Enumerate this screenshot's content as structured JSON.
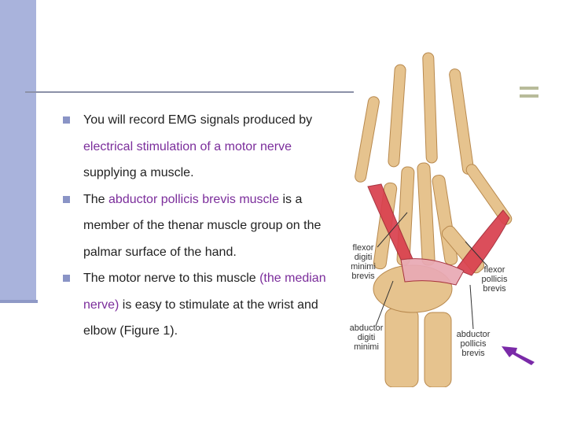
{
  "bullets": [
    {
      "parts": [
        {
          "text": "You will record EMG signals produced by ",
          "hl": false
        },
        {
          "text": "electrical stimulation of a motor nerve",
          "hl": true
        },
        {
          "text": " supplying a muscle.",
          "hl": false
        }
      ]
    },
    {
      "parts": [
        {
          "text": "The ",
          "hl": false
        },
        {
          "text": "abductor pollicis brevis muscle",
          "hl": true
        },
        {
          "text": " is a member of the thenar muscle group on the palmar surface of the hand.",
          "hl": false
        }
      ]
    },
    {
      "parts": [
        {
          "text": "The motor nerve to this muscle ",
          "hl": false
        },
        {
          "text": "(the median nerve)",
          "hl": true
        },
        {
          "text": " is easy to stimulate at the wrist and elbow (Figure 1).",
          "hl": false
        }
      ]
    }
  ],
  "figure": {
    "labels": {
      "fdmb": [
        "flexor",
        "digiti",
        "minimi",
        "brevis"
      ],
      "fpb": [
        "flexor",
        "pollicis",
        "brevis"
      ],
      "adm": [
        "abductor",
        "digiti",
        "minimi"
      ],
      "apb": [
        "abductor",
        "pollicis",
        "brevis"
      ]
    }
  },
  "colors": {
    "sidebar": "#a9b3dc",
    "bullet": "#8a94c6",
    "highlight": "#7b2d9b",
    "bone": "#e6c38e",
    "muscle": "#d9404e",
    "arrow": "#7a2aa8"
  }
}
